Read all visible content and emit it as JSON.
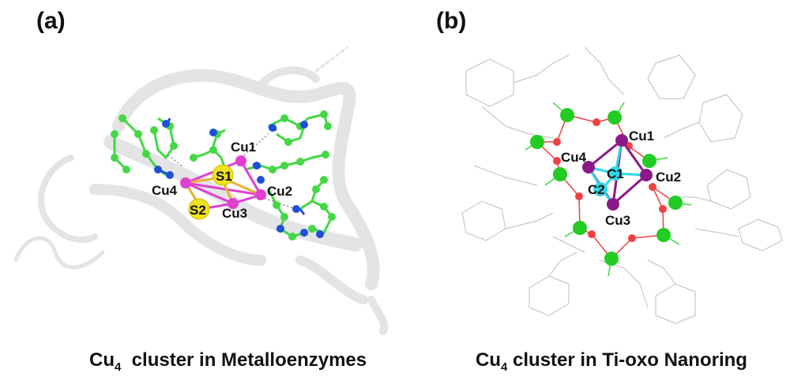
{
  "figure": {
    "panels": [
      {
        "label": "(a)",
        "caption_prefix": "Cu",
        "caption_sub": "4",
        "caption_rest": "  cluster in Metalloenzymes",
        "atom_labels": [
          "Cu1",
          "Cu2",
          "Cu3",
          "Cu4",
          "S1",
          "S2"
        ]
      },
      {
        "label": "(b)",
        "caption_prefix": "Cu",
        "caption_sub": "4",
        "caption_rest": " cluster in Ti-oxo Nanoring",
        "atom_labels": [
          "Cu1",
          "Cu2",
          "Cu3",
          "Cu4",
          "C1",
          "C2"
        ]
      }
    ]
  },
  "colors": {
    "cu_a": "#e040d0",
    "sulfur": "#f2e21c",
    "carbon_green": "#44d844",
    "nitrogen_blue": "#1f4fd8",
    "cu_b": "#8a1a8a",
    "carbon_cyan": "#2fd8e8",
    "oxygen_red": "#f04040",
    "ti_green": "#22cc22",
    "protein_gray": "#e6e6e6",
    "wire_gray": "#b8b8b8"
  }
}
